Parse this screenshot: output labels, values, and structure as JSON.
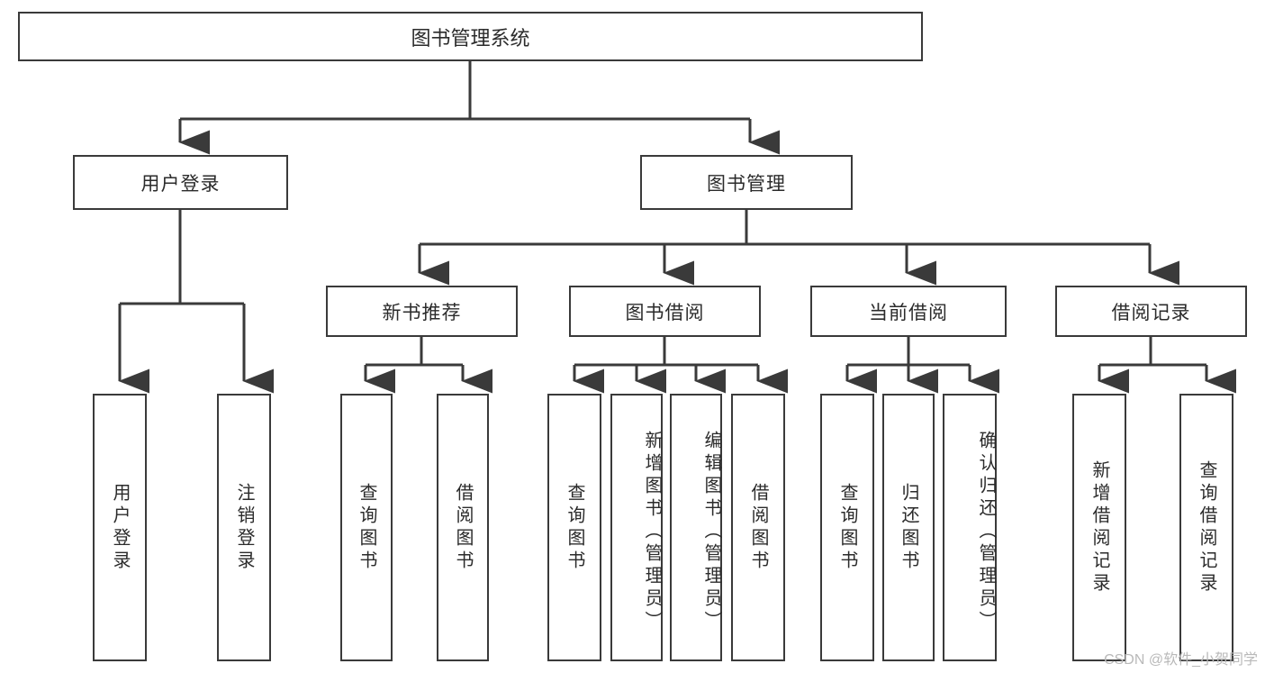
{
  "diagram": {
    "type": "tree",
    "title": "图书管理系统",
    "watermark": "CSDN @软件_小贺同学",
    "colors": {
      "node_border": "#3a3a3a",
      "node_fill": "#ffffff",
      "connector": "#3a3a3a",
      "text": "#2b2b2b",
      "watermark": "#b9b9b9",
      "background": "#ffffff"
    },
    "root": {
      "label": "图书管理系统"
    },
    "level1": [
      {
        "label": "用户登录"
      },
      {
        "label": "图书管理"
      }
    ],
    "level2": [
      {
        "label": "新书推荐"
      },
      {
        "label": "图书借阅"
      },
      {
        "label": "当前借阅"
      },
      {
        "label": "借阅记录"
      }
    ],
    "leaves": {
      "user_login": [
        {
          "label": "用户登录"
        },
        {
          "label": "注销登录"
        }
      ],
      "new_book_recommend": [
        {
          "label": "查询图书"
        },
        {
          "label": "借阅图书"
        }
      ],
      "book_borrow": [
        {
          "label": "查询图书"
        },
        {
          "label": "新增图书（管理员）"
        },
        {
          "label": "编辑图书（管理员）"
        },
        {
          "label": "借阅图书"
        }
      ],
      "current_borrow": [
        {
          "label": "查询图书"
        },
        {
          "label": "归还图书"
        },
        {
          "label": "确认归还（管理员）"
        }
      ],
      "borrow_record": [
        {
          "label": "新增借阅记录"
        },
        {
          "label": "查询借阅记录"
        }
      ]
    }
  }
}
